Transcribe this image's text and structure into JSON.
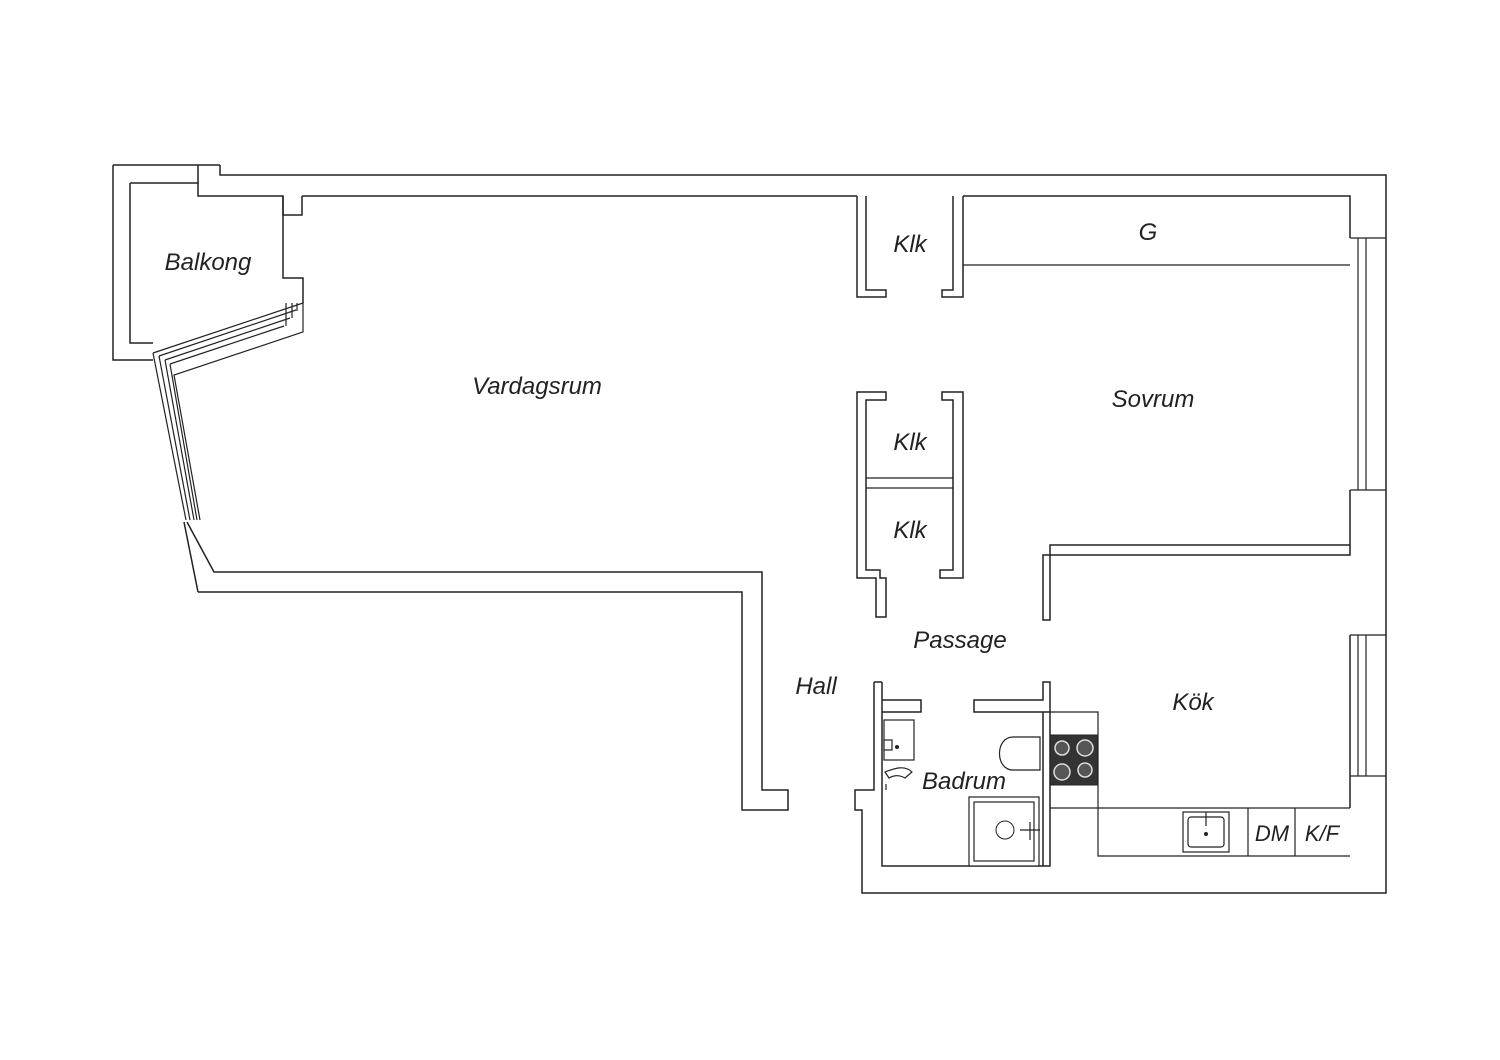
{
  "rooms": {
    "balkong": "Balkong",
    "vardagsrum": "Vardagsrum",
    "klk_top": "Klk",
    "g": "G",
    "sovrum": "Sovrum",
    "klk_mid1": "Klk",
    "klk_mid2": "Klk",
    "passage": "Passage",
    "hall": "Hall",
    "kok": "Kök",
    "badrum": "Badrum"
  },
  "appliances": {
    "dm": "DM",
    "kf": "K/F"
  }
}
